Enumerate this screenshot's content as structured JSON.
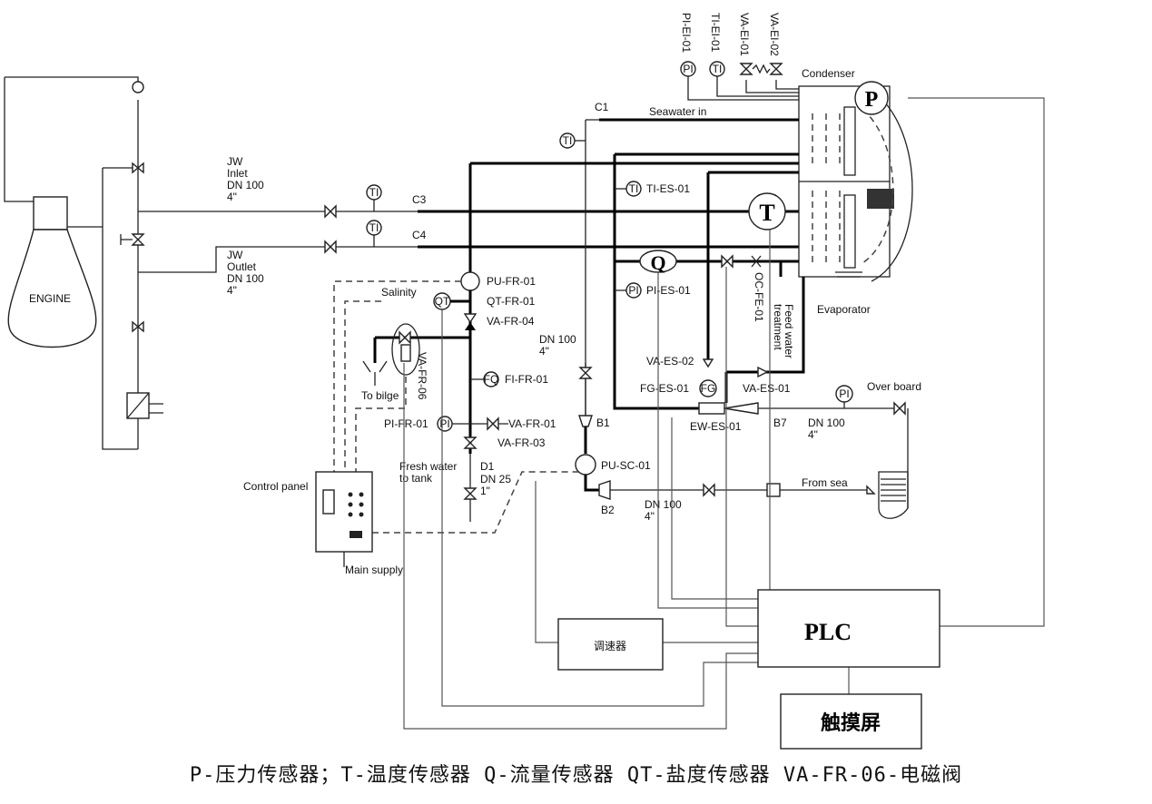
{
  "equipment": {
    "engine": "ENGINE",
    "condenser": "Condenser",
    "evaporator": "Evaporator",
    "control_panel": "Control panel",
    "main_supply": "Main supply",
    "plc": "PLC",
    "speed_controller": "调速器",
    "touchscreen": "触摸屏"
  },
  "sensors": {
    "pressure": "P",
    "temperature": "T",
    "flow": "Q"
  },
  "instrument_bubbles": {
    "pi": "PI",
    "ti": "TI",
    "qt": "QT",
    "fq": "FQ",
    "fg": "FG"
  },
  "pipe_labels": {
    "jw_inlet": [
      "JW",
      "Inlet",
      "DN 100",
      "4\""
    ],
    "jw_outlet": [
      "JW",
      "Outlet",
      "DN 100",
      "4\""
    ],
    "seawater_in": "Seawater in",
    "c1": "C1",
    "c3": "C3",
    "c4": "C4",
    "b1": "B1",
    "b2": "B2",
    "b7": "B7",
    "d1": "D1",
    "dn100_a": [
      "DN 100",
      "4\""
    ],
    "dn100_b": [
      "DN 100",
      "4\""
    ],
    "dn100_c": [
      "DN 100",
      "4\""
    ],
    "dn25": [
      "DN 25",
      "1\""
    ],
    "salinity": "Salinity",
    "to_bilge": "To bilge",
    "fresh_water": [
      "Fresh water",
      "to tank"
    ],
    "over_board": "Over board",
    "from_sea": "From sea",
    "feed_water": [
      "Feed water",
      "treatment"
    ]
  },
  "tags": {
    "pi_ei_01": "PI-EI-01",
    "ti_ei_01": "TI-EI-01",
    "va_ei_01": "VA-EI-01",
    "va_ei_02": "VA-EI-02",
    "ti_es_01": "TI-ES-01",
    "pi_es_01": "PI-ES-01",
    "oc_fe_01": "OC-FE-01",
    "va_es_02": "VA-ES-02",
    "fg_es_01": "FG-ES-01",
    "va_es_01": "VA-ES-01",
    "ew_es_01": "EW-ES-01",
    "pu_fr_01": "PU-FR-01",
    "qt_fr_01": "QT-FR-01",
    "va_fr_04": "VA-FR-04",
    "va_fr_06": "VA-FR-06",
    "fi_fr_01": "FI-FR-01",
    "pi_fr_01": "PI-FR-01",
    "va_fr_01": "VA-FR-01",
    "va_fr_03": "VA-FR-03",
    "pu_sc_01": "PU-SC-01"
  },
  "caption": "P-压力传感器；T-温度传感器 Q-流量传感器 QT-盐度传感器 VA-FR-06-电磁阀"
}
